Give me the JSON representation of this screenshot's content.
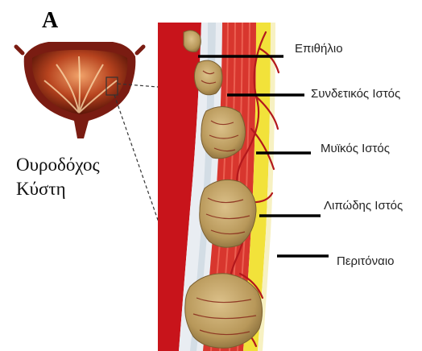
{
  "panel_letter": "A",
  "organ_label": {
    "line1": "Ουροδόχος",
    "line2": "Κύστη"
  },
  "layers": [
    {
      "label": "Επιθήλιο"
    },
    {
      "label": "Συνδετικός Ιστός"
    },
    {
      "label": "Μυϊκός Ιστός"
    },
    {
      "label": "Λιπώδης Ιστός"
    },
    {
      "label": "Περιτόναιο"
    }
  ],
  "colors": {
    "lumen_red": "#c8141b",
    "muscle_red": "#d8362e",
    "connective_white": "#e9edf2",
    "fat_yellow": "#f2e23a",
    "tumor_tan": "#c4a364",
    "vessel_red": "#b3181c"
  }
}
